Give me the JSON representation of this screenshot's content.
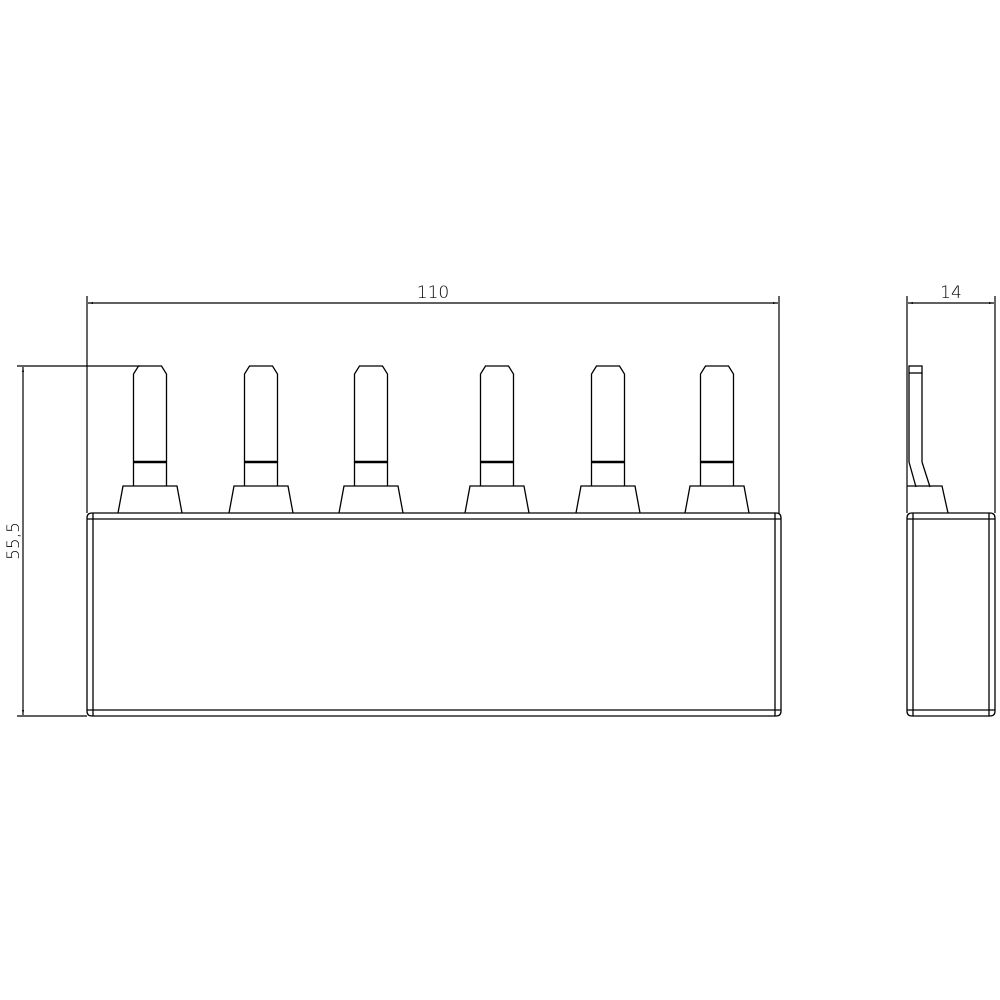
{
  "drawing": {
    "background": "#ffffff",
    "line_color": "#000000",
    "front_view": {
      "pin_count": 6,
      "pin_centers_x": [
        150,
        261,
        371,
        497,
        608,
        717
      ]
    },
    "side_view": {}
  },
  "dimensions": {
    "width_label": "110",
    "height_label": "55,5",
    "depth_label": "14"
  }
}
